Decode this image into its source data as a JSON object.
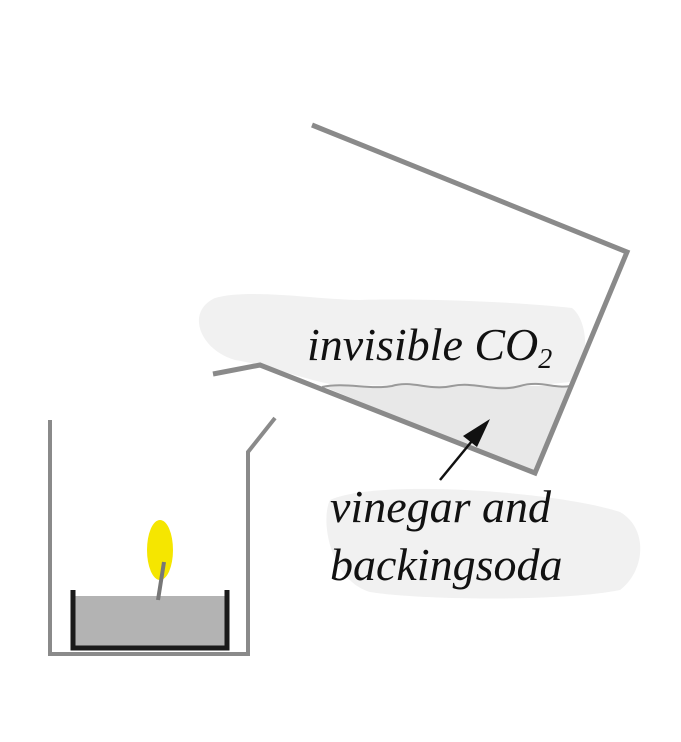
{
  "diagram": {
    "labels": {
      "gas_text": "invisible CO",
      "gas_subscript": "2",
      "mixture_line1": "vinegar and",
      "mixture_line2": "backingsoda"
    },
    "colors": {
      "glass_outline": "#8a8a8a",
      "liquid_fill": "#e8e8e8",
      "liquid_surface": "#9a9a9a",
      "gas_cloud": "#f1f1f1",
      "candle_wax": "#b3b3b3",
      "candle_dish": "#1a1a1a",
      "flame": "#f5e600",
      "wick": "#777777",
      "arrow": "#111111",
      "text": "#111111"
    }
  }
}
